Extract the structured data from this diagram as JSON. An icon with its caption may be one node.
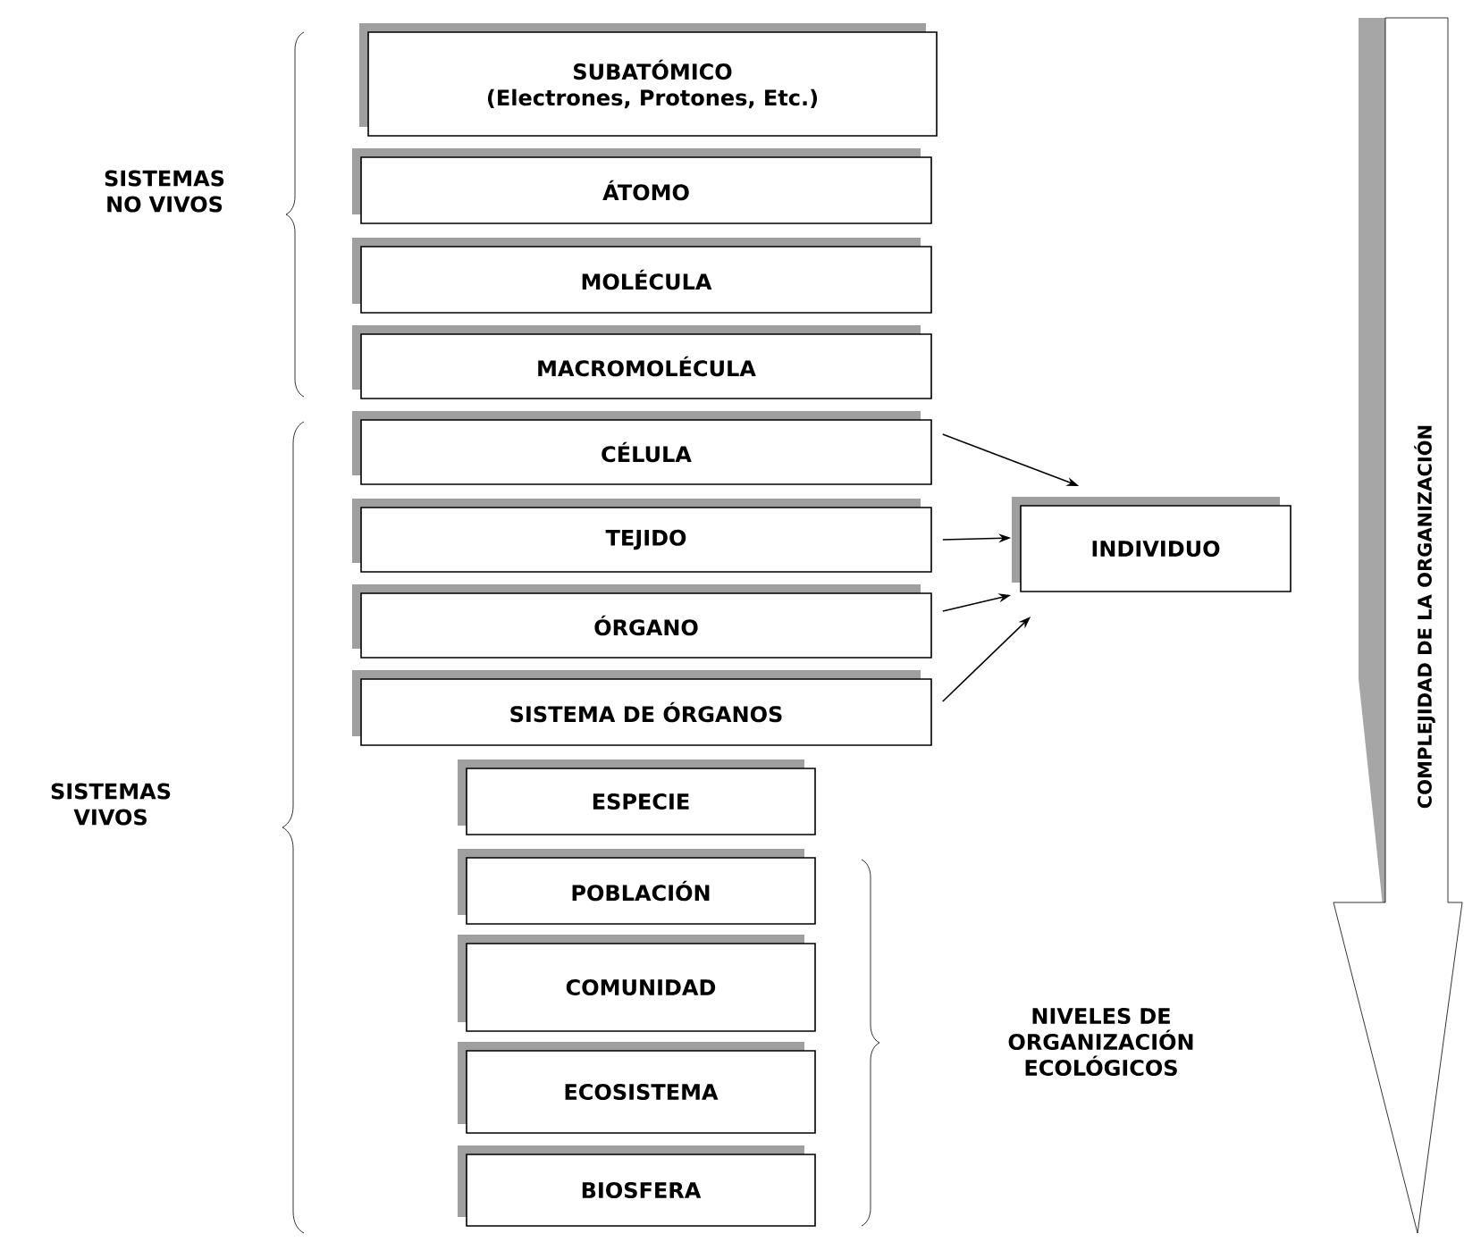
{
  "diagram": {
    "nodes": [
      {
        "text": [
          "SUBATÓMICO",
          "(Electrones, Protones, Etc.)"
        ]
      },
      {
        "text": [
          "ÁTOMO"
        ]
      },
      {
        "text": [
          "MOLÉCULA"
        ]
      },
      {
        "text": [
          "MACROMOLÉCULA"
        ]
      },
      {
        "text": [
          "CÉLULA"
        ]
      },
      {
        "text": [
          "TEJIDO"
        ]
      },
      {
        "text": [
          "ÓRGANO"
        ]
      },
      {
        "text": [
          "SISTEMA DE ÓRGANOS"
        ]
      },
      {
        "text": [
          "INDIVIDUO"
        ]
      },
      {
        "text": [
          "ESPECIE"
        ]
      },
      {
        "text": [
          "POBLACIÓN"
        ]
      },
      {
        "text": [
          "COMUNIDAD"
        ]
      },
      {
        "text": [
          "ECOSISTEMA"
        ]
      },
      {
        "text": [
          "BIOSFERA"
        ]
      },
      {
        "text": [
          "COMPLEJIDAD DE LA ORGANIZACIÓN"
        ]
      }
    ],
    "edges": [
      {
        "from": 4,
        "to": 8,
        "arrow": "to"
      },
      {
        "from": 5,
        "to": 8,
        "arrow": "to"
      },
      {
        "from": 6,
        "to": 8,
        "arrow": "to"
      },
      {
        "from": 7,
        "to": 8,
        "arrow": "to"
      }
    ],
    "labels": [
      "SISTEMAS NO VIVOS",
      "SISTEMAS VIVOS",
      "NIVELES DE ORGANIZACIÓN ECOLÓGICOS"
    ]
  }
}
